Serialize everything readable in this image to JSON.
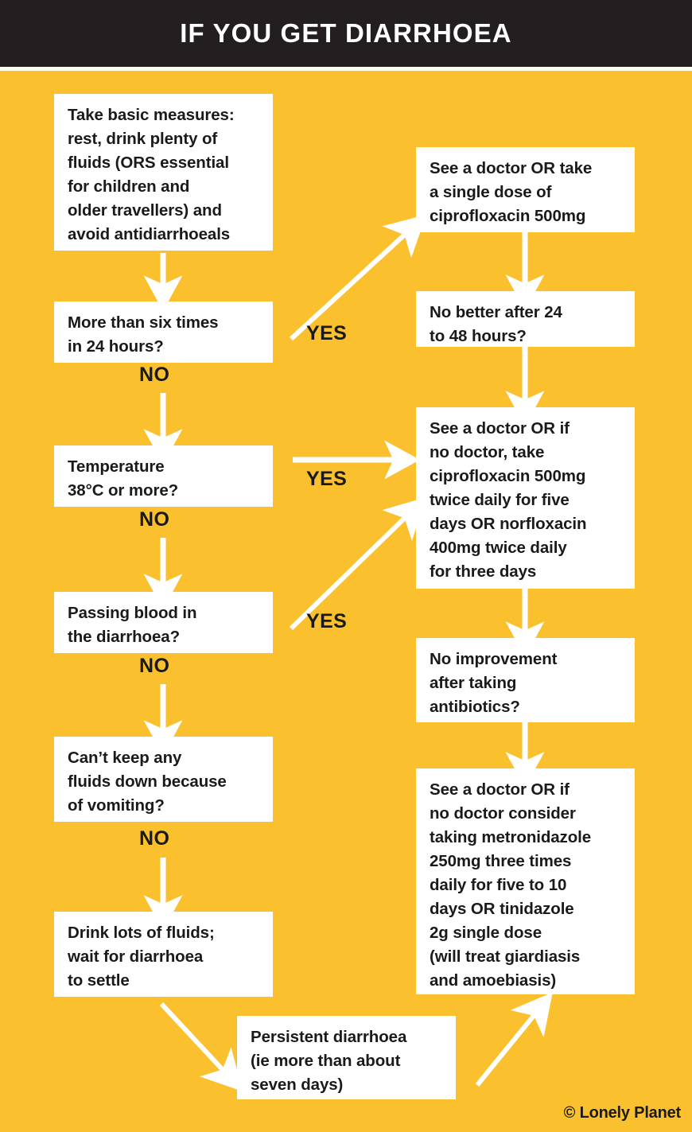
{
  "header": {
    "title": "IF YOU GET DIARRHOEA",
    "background_color": "#231F20",
    "text_color": "#FFFFFF"
  },
  "theme": {
    "page_background": "#FBC02D",
    "node_background": "#FFFFFF",
    "node_text_color": "#1A1A1A",
    "arrow_color": "#FFFFFF",
    "label_color": "#1A1A1A"
  },
  "credit": "© Lonely Planet",
  "chart_data": {
    "type": "flowchart",
    "title": "IF YOU GET DIARRHOEA",
    "nodes": [
      {
        "id": "start",
        "column": "left",
        "text": "Take basic measures:\nrest, drink plenty of\nfluids (ORS essential\nfor children and\nolder travellers) and\navoid antidiarrhoeals"
      },
      {
        "id": "six-times",
        "column": "left",
        "text": "More than six times\nin 24 hours?"
      },
      {
        "id": "temperature",
        "column": "left",
        "text": "Temperature\n38°C or more?"
      },
      {
        "id": "blood",
        "column": "left",
        "text": "Passing blood in\nthe diarrhoea?"
      },
      {
        "id": "vomiting",
        "column": "left",
        "text": "Can’t keep any\nfluids down because\nof vomiting?"
      },
      {
        "id": "drink-fluids",
        "column": "left",
        "text": "Drink lots of fluids;\nwait for diarrhoea\nto settle"
      },
      {
        "id": "persistent",
        "column": "center",
        "text": "Persistent diarrhoea\n(ie more than about\nseven days)"
      },
      {
        "id": "single-dose",
        "column": "right",
        "text": "See a doctor OR take\na single dose of\nciprofloxacin 500mg"
      },
      {
        "id": "no-better-24-48",
        "column": "right",
        "text": "No better after 24\nto 48 hours?"
      },
      {
        "id": "cipro-course",
        "column": "right",
        "text": "See a doctor OR if\nno doctor, take\nciprofloxacin 500mg\ntwice daily for five\ndays OR norfloxacin\n400mg twice daily\nfor three days"
      },
      {
        "id": "no-improvement",
        "column": "right",
        "text": "No improvement\nafter taking\nantibiotics?"
      },
      {
        "id": "metronidazole",
        "column": "right",
        "text": "See a doctor OR if\nno doctor consider\ntaking metronidazole\n250mg three times\ndaily for five to 10\ndays OR tinidazole\n2g single dose\n(will treat giardiasis\nand amoebiasis)"
      }
    ],
    "edges": [
      {
        "from": "start",
        "to": "six-times",
        "label": "",
        "style": "vertical"
      },
      {
        "from": "six-times",
        "to": "single-dose",
        "label": "YES",
        "style": "diagonal-up"
      },
      {
        "from": "six-times",
        "to": "temperature",
        "label": "NO",
        "style": "vertical"
      },
      {
        "from": "single-dose",
        "to": "no-better-24-48",
        "label": "",
        "style": "vertical"
      },
      {
        "from": "no-better-24-48",
        "to": "cipro-course",
        "label": "",
        "style": "vertical"
      },
      {
        "from": "temperature",
        "to": "cipro-course",
        "label": "YES",
        "style": "horizontal"
      },
      {
        "from": "temperature",
        "to": "blood",
        "label": "NO",
        "style": "vertical"
      },
      {
        "from": "blood",
        "to": "cipro-course",
        "label": "YES",
        "style": "diagonal-up"
      },
      {
        "from": "blood",
        "to": "vomiting",
        "label": "NO",
        "style": "vertical"
      },
      {
        "from": "cipro-course",
        "to": "no-improvement",
        "label": "",
        "style": "vertical"
      },
      {
        "from": "no-improvement",
        "to": "metronidazole",
        "label": "",
        "style": "vertical"
      },
      {
        "from": "vomiting",
        "to": "drink-fluids",
        "label": "NO",
        "style": "vertical"
      },
      {
        "from": "drink-fluids",
        "to": "persistent",
        "label": "",
        "style": "diagonal-down"
      },
      {
        "from": "persistent",
        "to": "metronidazole",
        "label": "",
        "style": "diagonal-up"
      }
    ],
    "edge_labels": [
      {
        "id": "yes-1",
        "text": "YES"
      },
      {
        "id": "no-1",
        "text": "NO"
      },
      {
        "id": "yes-2",
        "text": "YES"
      },
      {
        "id": "no-2",
        "text": "NO"
      },
      {
        "id": "yes-3",
        "text": "YES"
      },
      {
        "id": "no-3",
        "text": "NO"
      },
      {
        "id": "no-4",
        "text": "NO"
      }
    ]
  }
}
